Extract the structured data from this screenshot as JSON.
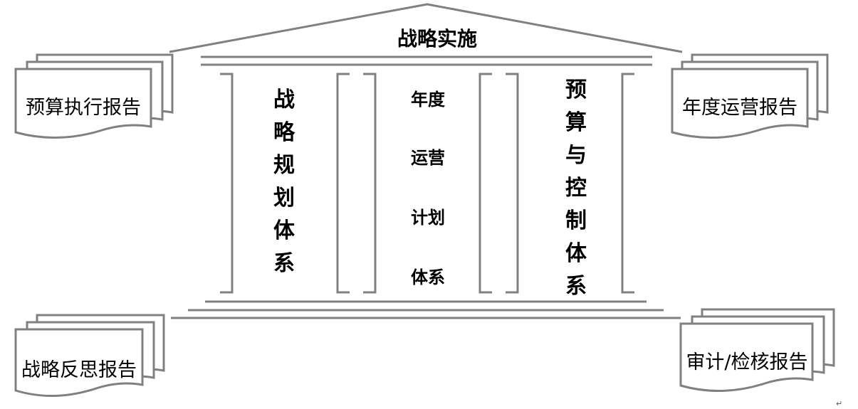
{
  "roof": {
    "title": "战略实施"
  },
  "pillars": [
    {
      "label": "战略规划体系",
      "lines": [
        "战",
        "略",
        "规",
        "划",
        "体",
        "系"
      ]
    },
    {
      "label": "年度运营计划体系",
      "lines": [
        "年度",
        "运营",
        "计划",
        "体系"
      ]
    },
    {
      "label": "预算与控制体系",
      "lines": [
        "预",
        "算",
        "与",
        "控",
        "制",
        "体",
        "系"
      ]
    }
  ],
  "documents": [
    {
      "id": "budget-execution",
      "label": "预算执行报告"
    },
    {
      "id": "annual-operation",
      "label": "年度运营报告"
    },
    {
      "id": "strategy-reflection",
      "label": "战略反思报告"
    },
    {
      "id": "audit-review",
      "label": "审计/检核报告"
    }
  ],
  "paragraph_mark": "↵",
  "colors": {
    "stroke": "#808080",
    "text": "#000000",
    "background": "#ffffff"
  }
}
